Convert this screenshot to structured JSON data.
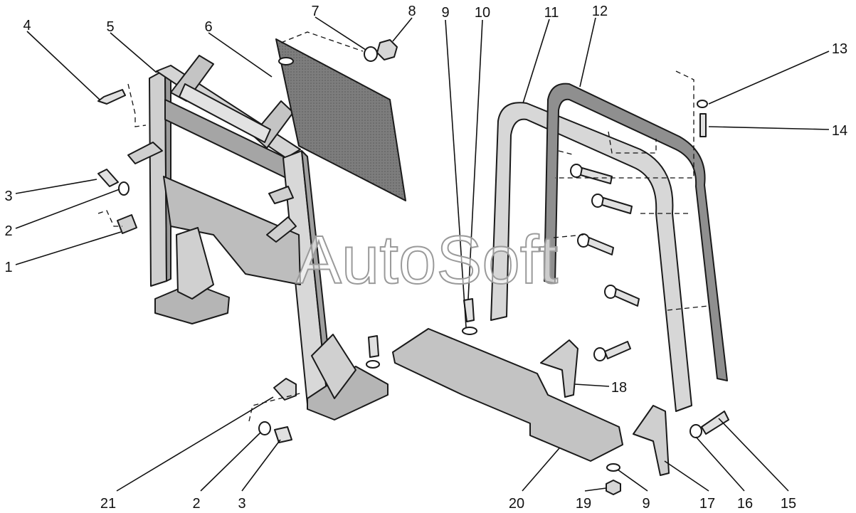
{
  "watermark": "AutoSoft",
  "callouts": [
    {
      "id": "c4",
      "label": "4"
    },
    {
      "id": "c5",
      "label": "5"
    },
    {
      "id": "c6",
      "label": "6"
    },
    {
      "id": "c7",
      "label": "7"
    },
    {
      "id": "c8",
      "label": "8"
    },
    {
      "id": "c9a",
      "label": "9"
    },
    {
      "id": "c10",
      "label": "10"
    },
    {
      "id": "c11",
      "label": "11"
    },
    {
      "id": "c12",
      "label": "12"
    },
    {
      "id": "c13",
      "label": "13"
    },
    {
      "id": "c14",
      "label": "14"
    },
    {
      "id": "c3a",
      "label": "3"
    },
    {
      "id": "c2a",
      "label": "2"
    },
    {
      "id": "c1",
      "label": "1"
    },
    {
      "id": "c18",
      "label": "18"
    },
    {
      "id": "c21",
      "label": "21"
    },
    {
      "id": "c2b",
      "label": "2"
    },
    {
      "id": "c3b",
      "label": "3"
    },
    {
      "id": "c20",
      "label": "20"
    },
    {
      "id": "c19",
      "label": "19"
    },
    {
      "id": "c9b",
      "label": "9"
    },
    {
      "id": "c17",
      "label": "17"
    },
    {
      "id": "c16",
      "label": "16"
    },
    {
      "id": "c15",
      "label": "15"
    }
  ],
  "colors": {
    "line": "#1a1a1a",
    "part_fill": "#c9c9c9",
    "part_dark": "#8f8f8f",
    "part_light": "#e3e3e3",
    "watermark_outline": "#9a9a9a"
  }
}
